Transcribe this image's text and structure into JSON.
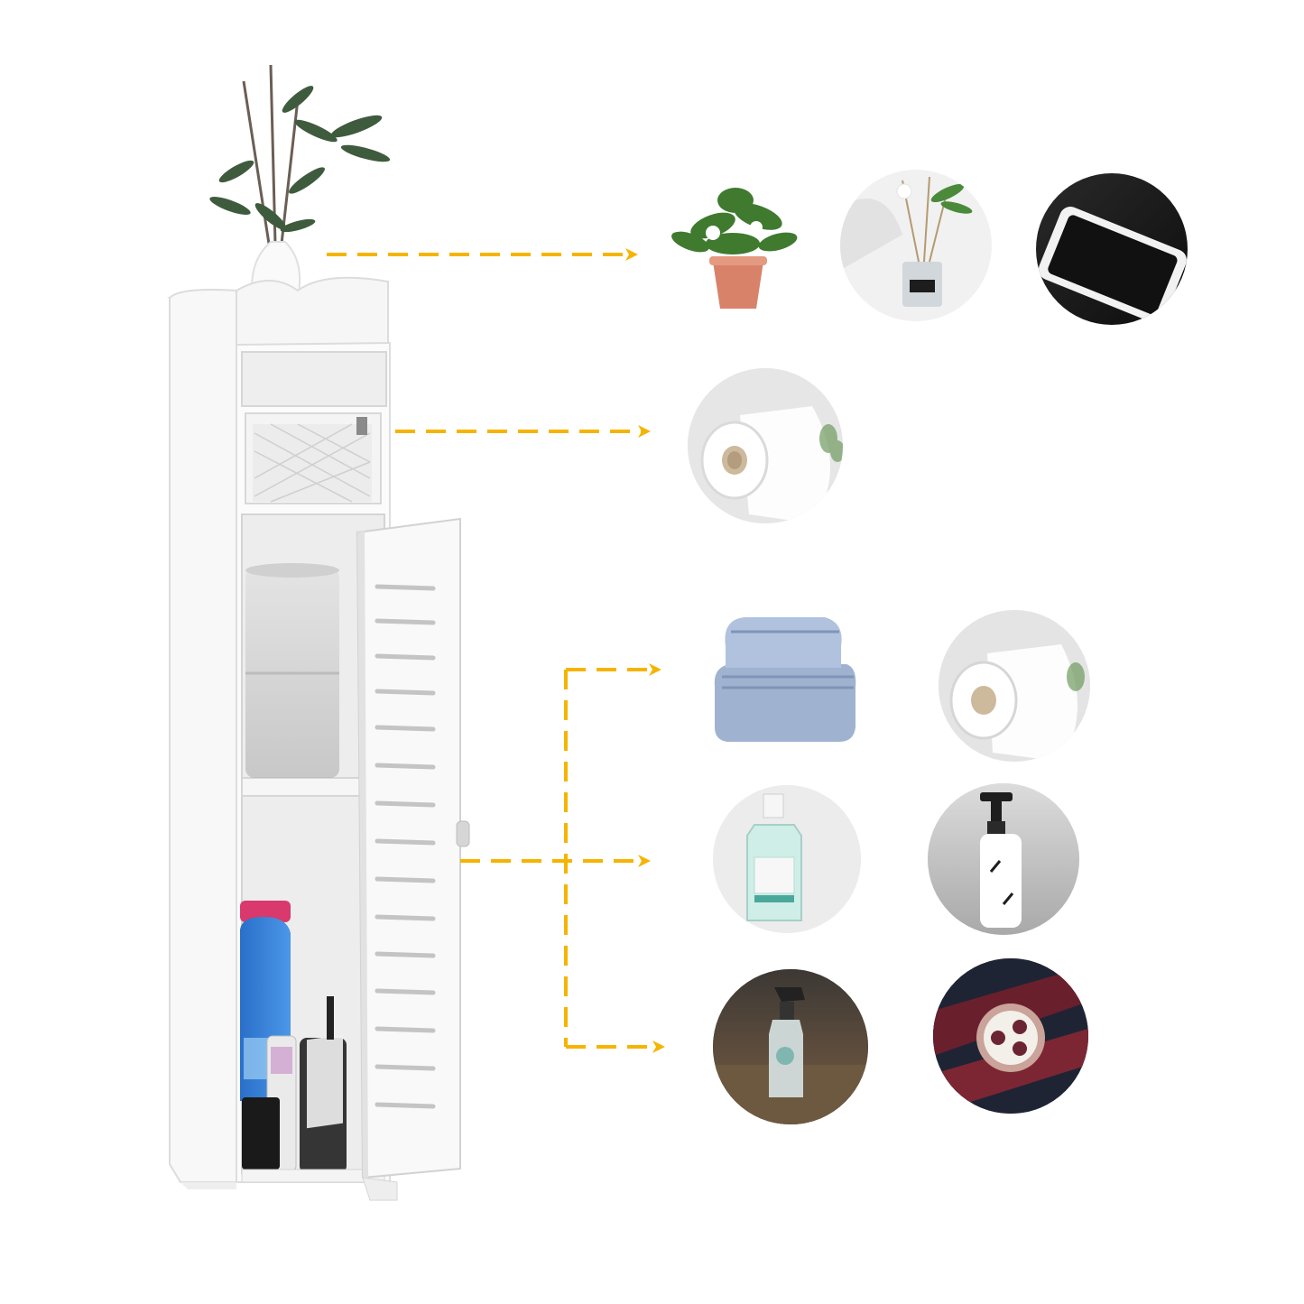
{
  "colors": {
    "background": "#ffffff",
    "accent_arrow": "#f5b400",
    "cabinet_white": "#f7f7f7",
    "cabinet_shadow": "#dcdcdc"
  },
  "illustration": {
    "cabinet": {
      "top_items": [
        "plant-vase-icon"
      ],
      "middle_items": [
        "tissue-box-icon"
      ],
      "lower_items": [
        "toilet-paper-stack-icon",
        "detergent-bottle-icon",
        "cosmetics-bottles-icon"
      ]
    },
    "callout_groups": [
      {
        "id": "top-shelf",
        "items": [
          "potted-plant-icon",
          "reed-diffuser-icon",
          "smartphone-icon"
        ]
      },
      {
        "id": "tissue-slot",
        "items": [
          "toilet-paper-roll-icon"
        ]
      },
      {
        "id": "cabinet-interior",
        "items": [
          "towel-icon",
          "toilet-paper-roll-icon",
          "lotion-bottle-icon",
          "pump-bottle-icon",
          "spray-bottle-icon",
          "wristwatch-icon"
        ]
      }
    ]
  }
}
